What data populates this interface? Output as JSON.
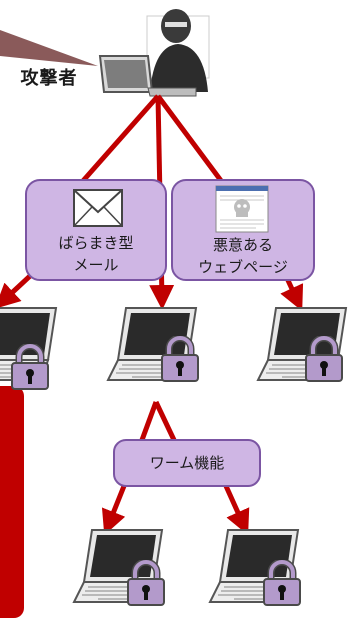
{
  "attacker": {
    "label": "攻撃者",
    "icon": "hacker-at-laptop-icon"
  },
  "vectors": [
    {
      "line1": "ばらまき型",
      "line2": "メール",
      "icon": "envelope-icon"
    },
    {
      "line1": "悪意ある",
      "line2": "ウェブページ",
      "icon": "malicious-webpage-icon"
    }
  ],
  "worm": {
    "label": "ワーム機能"
  },
  "colors": {
    "arrow": "#c00000",
    "box_fill": "#cfb6e4",
    "box_border": "#7b55a3",
    "side_panel": "#c00000",
    "pointer": "#8a5a5a",
    "lock": "#b39acb"
  },
  "victim_icon": "locked-laptop-icon"
}
